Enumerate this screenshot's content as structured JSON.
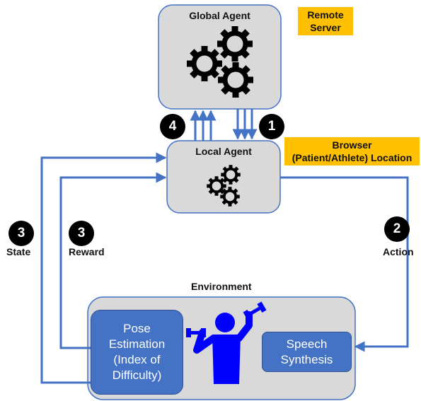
{
  "global_agent": {
    "title": "Global Agent"
  },
  "remote_server": {
    "line1": "Remote",
    "line2": "Server"
  },
  "local_agent": {
    "title": "Local Agent"
  },
  "browser_tag": {
    "line1": "Browser",
    "line2": "(Patient/Athlete) Location"
  },
  "badges": {
    "b4": "4",
    "b1": "1",
    "b3_state": "3",
    "b3_reward": "3",
    "b2": "2"
  },
  "labels": {
    "state": "State",
    "reward": "Reward",
    "action": "Action",
    "environment": "Environment"
  },
  "pose": {
    "line1": "Pose",
    "line2": "Estimation",
    "line3": "(Index of",
    "line4": "Difficulty)"
  },
  "speech": {
    "line1": "Speech",
    "line2": "Synthesis"
  },
  "colors": {
    "arrow": "#4472C4",
    "box_fill": "#D9D9D9",
    "box_stroke": "#4472C4",
    "tag": "#FFC000",
    "figure": "#0000FF"
  },
  "icons": [
    "gears-icon",
    "person-dumbbell-icon"
  ]
}
